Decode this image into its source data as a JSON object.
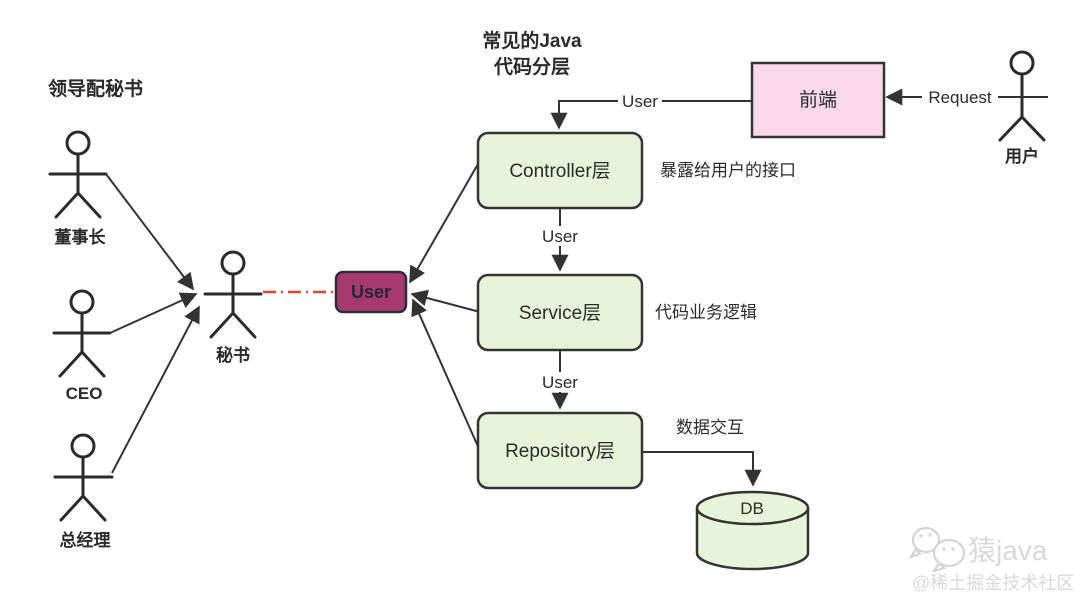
{
  "colors": {
    "line": "#333333",
    "layer_fill": "#e7f4da",
    "frontend_fill": "#f9d8e9",
    "user_box_fill": "#a63a6e",
    "user_box_border": "#2d2d3a",
    "red_link": "#e8432e",
    "watermark": "#d9d9d9",
    "text": "#2b2b2b"
  },
  "left_scene": {
    "title": "领导配秘书",
    "actors": {
      "chairman": "董事长",
      "ceo": "CEO",
      "general_manager": "总经理",
      "secretary": "秘书"
    }
  },
  "java_scene": {
    "title_line1": "常见的Java",
    "title_line2": "代码分层",
    "frontend": {
      "label": "前端"
    },
    "request_label": "Request",
    "user_actor": "用户",
    "user_box": "User",
    "edges": {
      "frontend_to_controller": "User",
      "controller_to_service": "User",
      "service_to_repository": "User"
    },
    "layers": {
      "controller": {
        "label": "Controller层",
        "annotation": "暴露给用户的接口"
      },
      "service": {
        "label": "Service层",
        "annotation": "代码业务逻辑"
      },
      "repository": {
        "label": "Repository层",
        "annotation": "数据交互"
      }
    },
    "db": {
      "label": "DB"
    }
  },
  "watermark": {
    "icon": "wechat-chat-bubbles-icon",
    "brand": "猿java",
    "handle": "@稀土掘金技术社区"
  }
}
